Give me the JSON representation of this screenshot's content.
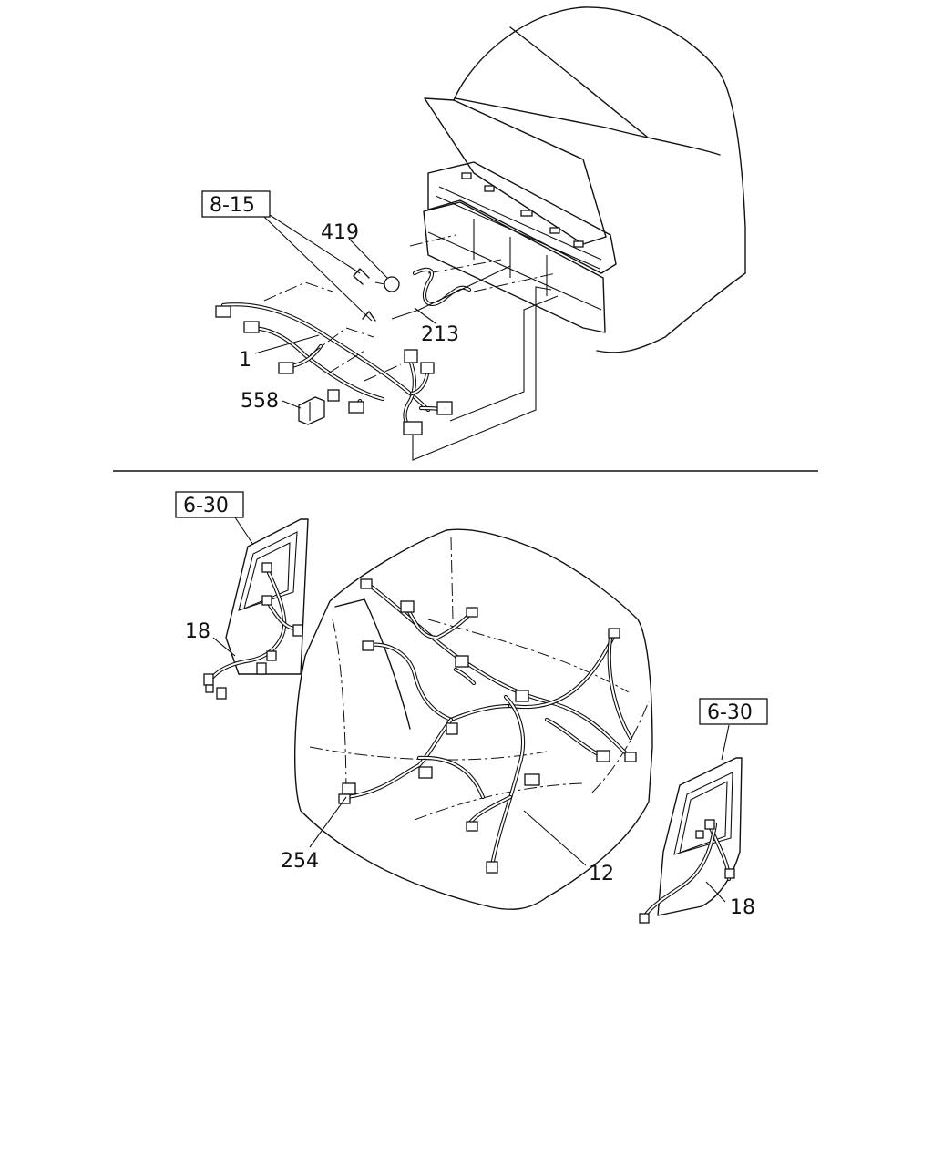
{
  "top_assembly": {
    "ref_8_15": "8-15",
    "callouts": {
      "c419": "419",
      "c213": "213",
      "c1": "1",
      "c558": "558"
    }
  },
  "bottom_assembly": {
    "ref_6_30_left": "6-30",
    "ref_6_30_right": "6-30",
    "callouts": {
      "c18_left": "18",
      "c18_right": "18",
      "c254": "254",
      "c12": "12"
    }
  }
}
